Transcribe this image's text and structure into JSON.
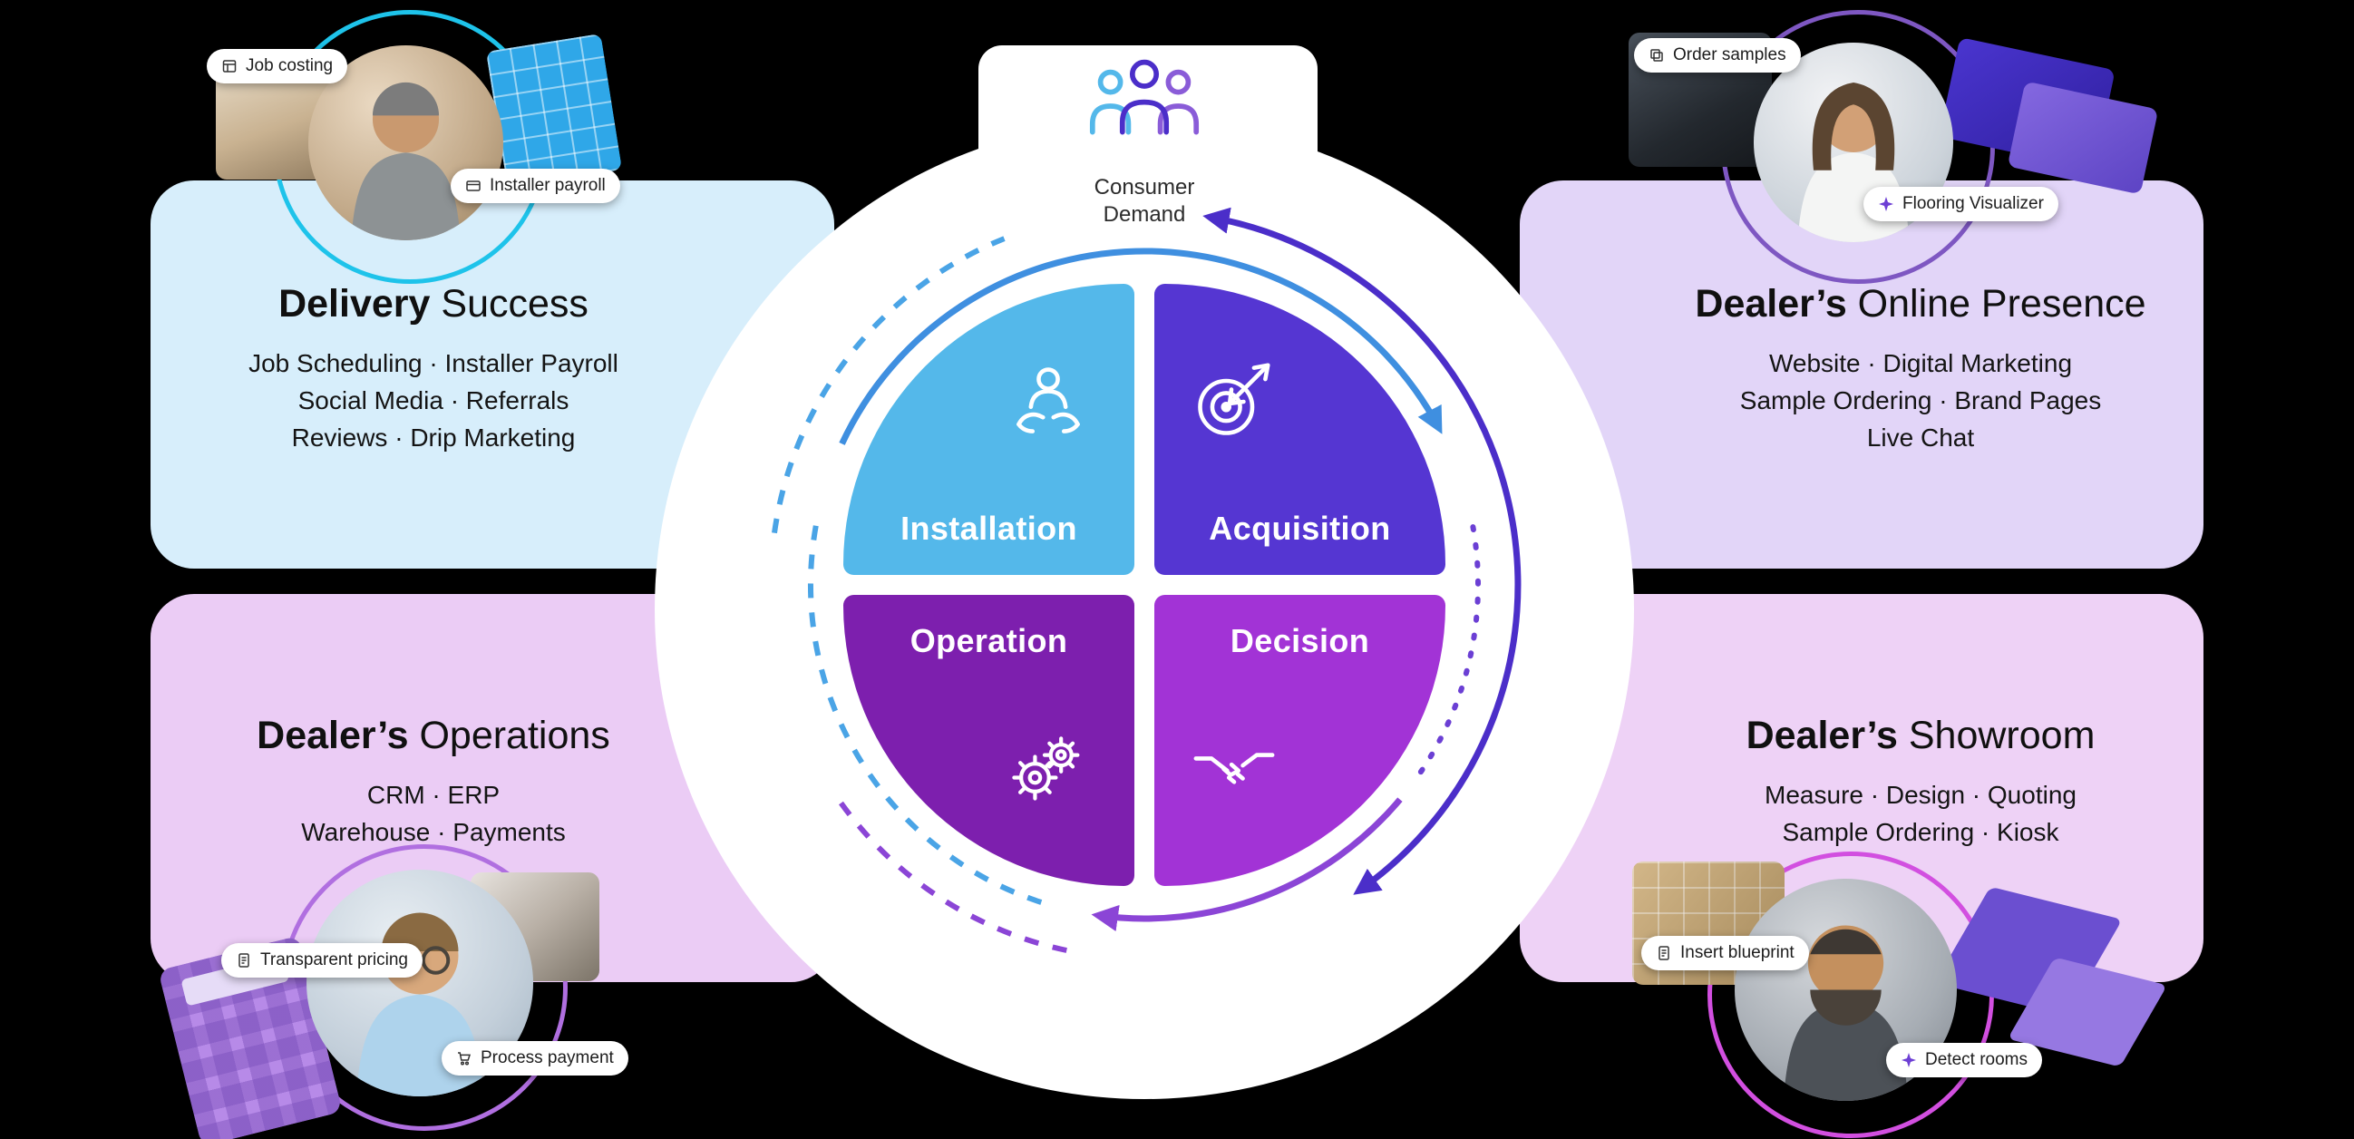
{
  "colors": {
    "background": "#000000",
    "installation": "#54b8ea",
    "acquisition": "#5536d2",
    "operation": "#7d1fae",
    "decision": "#a233d6",
    "panel_delivery": "#d7eefb",
    "panel_online": "#e2d5f8",
    "panel_operations": "#ebccf5",
    "panel_showroom": "#eed2f6",
    "arrow_blue": "#3f8fe0",
    "arrow_blue_light": "#4aa4e6",
    "arrow_indigo": "#4b2ec9",
    "arrow_violet": "#8b45d6"
  },
  "hub": {
    "demand_label": "Consumer Demand",
    "quadrants": [
      {
        "label": "Installation"
      },
      {
        "label": "Acquisition"
      },
      {
        "label": "Operation"
      },
      {
        "label": "Decision"
      }
    ]
  },
  "panels": {
    "delivery": {
      "title_bold": "Delivery",
      "title_rest": " Success",
      "lines": [
        "Job Scheduling · Installer Payroll",
        "Social Media · Referrals",
        "Reviews · Drip Marketing"
      ]
    },
    "online": {
      "title_bold": "Dealer’s",
      "title_rest": " Online Presence",
      "lines": [
        "Website · Digital Marketing",
        "Sample Ordering · Brand Pages",
        "Live Chat"
      ]
    },
    "operations": {
      "title_bold": "Dealer’s",
      "title_rest": " Operations",
      "lines": [
        "CRM · ERP",
        "Warehouse · Payments"
      ]
    },
    "showroom": {
      "title_bold": "Dealer’s",
      "title_rest": " Showroom",
      "lines": [
        "Measure · Design · Quoting",
        "Sample Ordering · Kiosk"
      ]
    }
  },
  "badges": {
    "job_costing": "Job costing",
    "installer_payroll": "Installer payroll",
    "order_samples": "Order samples",
    "flooring_visualizer": "Flooring Visualizer",
    "transparent_pricing": "Transparent pricing",
    "process_payment": "Process payment",
    "insert_blueprint": "Insert blueprint",
    "detect_rooms": "Detect rooms"
  }
}
